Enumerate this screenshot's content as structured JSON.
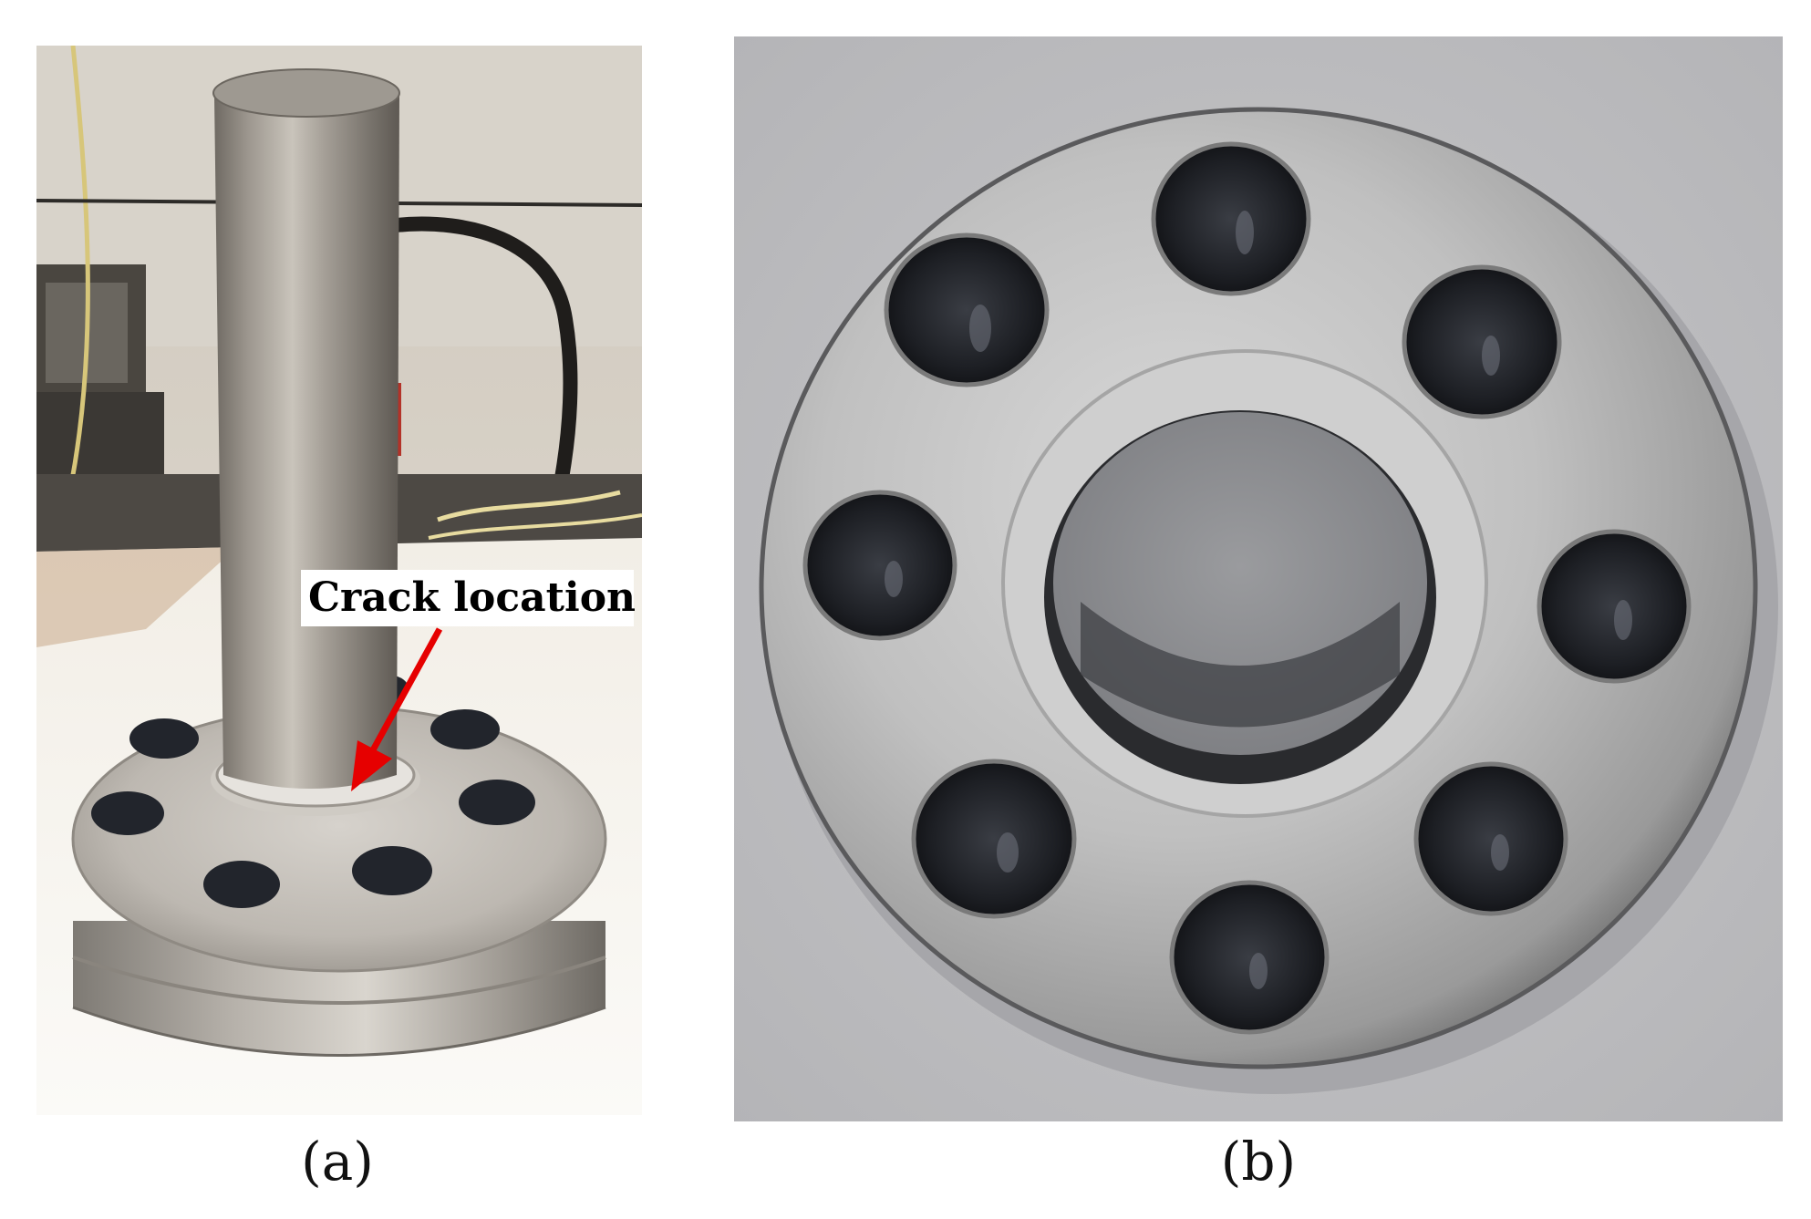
{
  "figure": {
    "panel_a": {
      "caption": "(a)",
      "annotation": "Crack location",
      "arrow_color": "#e60000"
    },
    "panel_b": {
      "caption": "(b)"
    }
  }
}
